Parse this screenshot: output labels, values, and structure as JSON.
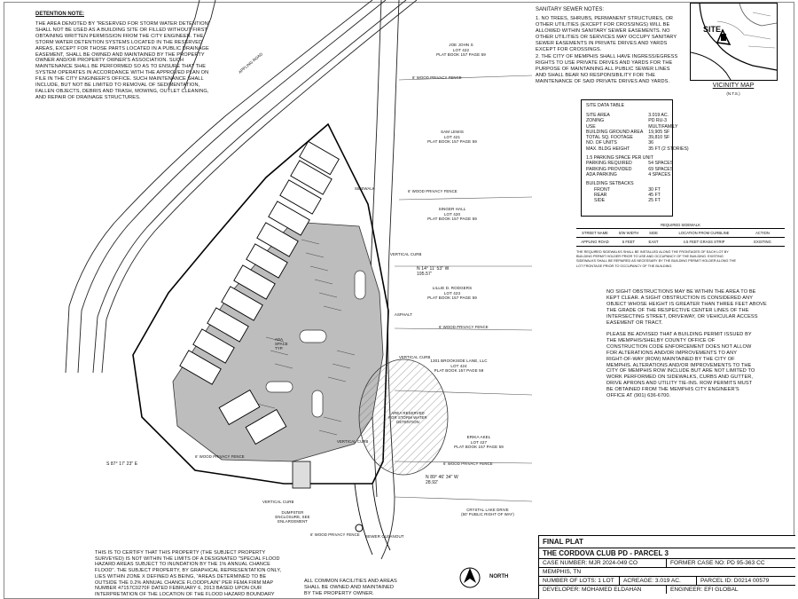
{
  "detention_note": {
    "heading": "DETENTION NOTE:",
    "body": "THE AREA DENOTED BY \"RESERVED FOR STORM WATER DETENTION\"\nSHALL NOT BE USED AS A BUILDING SITE OR FILLED WITHOUT FIRST\nOBTAINING WRITTEN PERMISSION FROM THE CITY ENGINEER. THE\nSTORM WATER DETENTION SYSTEMS LOCATED IN THE RESERVED\nAREAS, EXCEPT FOR THOSE PARTS LOCATED IN A PUBLIC DRAINAGE\nEASEMENT, SHALL BE OWNED AND MAINTAINED BY THE PROPERTY\nOWNER AND/OR PROPERTY OWNER'S ASSOCIATION. SUCH\nMAINTENANCE SHALL BE PERFORMED SO AS TO ENSURE THAT THE\nSYSTEM OPERATES IN ACCORDANCE WITH THE APPROVED PLAN ON\nFILE IN THE CITY ENGINEER'S OFFICE. SUCH MAINTENANCE SHALL\nINCLUDE, BUT NOT BE LIMITED TO REMOVAL OF SEDIMENTATION,\nFALLEN OBJECTS, DEBRIS AND TRASH, MOWING, OUTLET CLEANING,\nAND REPAIR OF DRAINAGE STRUCTURES."
  },
  "sanitary_notes": {
    "heading": "SANITARY SEWER NOTES:",
    "items": [
      "1.   NO TREES, SHRUBS, PERMANENT STRUCTURES, OR\n      OTHER UTILITIES (EXCEPT FOR CROSSINGS) WILL BE\n      ALLOWED WITHIN SANITARY SEWER EASEMENTS. NO\n      OTHER UTILITIES OR SERVICES MAY OCCUPY SANITARY\n      SEWER EASEMENTS IN PRIVATE DRIVES AND YARDS\n      EXCEPT FOR CROSSINGS.",
      "2.   THE CITY OF MEMPHIS SHALL HAVE INGRESS/EGRESS\n      RIGHTS TO USE PRIVATE DRIVES AND YARDS FOR THE\n      PURPOSE OF MAINTAINING ALL PUBLIC SEWER LINES\n      AND SHALL BEAR NO RESPONSIBILITY FOR THE\n      MAINTENANCE OF SAID PRIVATE DRIVES AND YARDS."
    ]
  },
  "vicinity_map": {
    "title": "VICINITY MAP",
    "scale": "(N.T.S.)",
    "site_label": "SITE"
  },
  "site_data": {
    "title": "SITE DATA TABLE",
    "rows": [
      [
        "SITE AREA",
        "3.019 AC."
      ],
      [
        "ZONING",
        "PD RU-3"
      ],
      [
        "USE",
        "MULTIFAMILY"
      ],
      [
        "BUILDING GROUND AREA",
        "19,905 SF"
      ],
      [
        "TOTAL SQ. FOOTAGE",
        "39,810 SF"
      ],
      [
        "NO. OF UNITS",
        "36"
      ],
      [
        "MAX. BLDG HEIGHT",
        "35 FT (2 STORIES)"
      ]
    ],
    "parking_title": "1.5 PARKING SPACE PER UNIT",
    "parking_rows": [
      [
        "PARKING REQUIRED",
        "54 SPACES"
      ],
      [
        "PARKING PROVIDED",
        "69 SPACES"
      ],
      [
        "ADA PARKING",
        "4 SPACES"
      ]
    ],
    "setbacks_title": "BUILDING SETBACKS",
    "setback_rows": [
      [
        "FRONT",
        "30 FT"
      ],
      [
        "REAR",
        "45 FT"
      ],
      [
        "SIDE",
        "25 FT"
      ]
    ]
  },
  "sidewalk_table": {
    "title": "REQUIRED SIDEWALK",
    "headers": [
      "STREET NAME",
      "S/W WIDTH",
      "SIDE",
      "LOCATION FROM CURBLINE",
      "ACTION"
    ],
    "row": [
      "APPLING ROAD",
      "5 FEET",
      "EAST",
      "4.5 FEET GRASS STRIP",
      "EXISTING"
    ],
    "note": "THE REQUIRED SIDEWALKS SHALL BE INSTALLED ALONG THE FRONTAGES OF EACH LOT BY\nBUILDING PERMIT HOLDER PRIOR TO USE AND OCCUPANCY OF THE BUILDING. EXISTING\nSIDEWALKS SHALL BE REPAIRED AS NECESSARY BY THE BUILDING PERMIT HOLDER ALONG THE\nLOT FRONTAGE PRIOR TO OCCUPANCY OF THE BUILDING."
  },
  "sight_note": "NO SIGHT OBSTRUCTIONS MAY BE WITHIN THE AREA TO BE\nKEPT CLEAR. A SIGHT OBSTRUCTION IS CONSIDERED ANY\nOBJECT WHOSE HEIGHT IS GREATER THAN THREE FEET ABOVE\nTHE GRADE OF THE RESPECTIVE CENTER LINES OF THE\nINTERSECTING STREET, DRIVEWAY, OR VEHICULAR ACCESS\nEASEMENT OR TRACT.",
  "permit_note": "PLEASE BE ADVISED THAT A BUILDING PERMIT ISSUED BY\nTHE MEMPHIS/SHELBY COUNTY OFFICE OF\nCONSTRUCTION CODE ENFORCEMENT DOES NOT ALLOW\nFOR ALTERATIONS AND/OR IMPROVEMENTS TO ANY\nRIGHT-OF-WAY (ROW) MAINTAINED BY THE CITY OF\nMEMPHIS. ALTERATIONS AND/OR IMPROVEMENTS TO THE\nCITY OF MEMPHIS ROW INCLUDE BUT ARE NOT LIMITED TO\nWORK PERFORMED ON SIDEWALKS, CURBS AND GUTTER,\nDRIVE APRONS AND UTILITY TIE-INS. ROW PERMITS MUST\nBE OBTAINED FROM THE MEMPHIS CITY ENGINEER'S\nOFFICE AT (901) 636-6700.",
  "flood_note": "THIS IS TO CERTIFY THAT THIS PROPERTY (THE SUBJECT PROPERTY\nSURVEYED) IS NOT WITHIN THE LIMITS OF A DESIGNATED \"SPECIAL FLOOD\nHAZARD AREAS SUBJECT TO INUNDATION BY THE 1% ANNUAL CHANCE\nFLOOD\". THE SUBJECT PROPERTY, BY GRAPHICAL REPRESENTATION ONLY,\nLIES WITHIN ZONE X DEFINED AS BEING, \"AREAS DETERMINED TO BE\nOUTSIDE THE 0.2% ANNUAL CHANCE FLOODPLAIN\" PER FEMA FIRM MAP\nNUMBER 47157C0270F DATED FEBRUARY 6, 2013 BASED UPON OUR\nINTERPRETATION OF THE LOCATION OF THE FLOOD HAZARD BOUNDARY",
  "common_note": "ALL COMMON FACILITIES AND AREAS\nSHALL BE OWNED AND MAINTAINED\nBY THE PROPERTY OWNER.",
  "north_label": "NORTH",
  "title_block": {
    "plat_type": "FINAL PLAT",
    "project": "THE CORDOVA CLUB PD - PARCEL 3",
    "case_number": "CASE NUMBER: MJR 2024-049 CO",
    "former_case": "FORMER CASE NO: PD 95-363 CC",
    "city": "MEMPHIS, TN",
    "lots": "NUMBER OF LOTS: 1 LOT",
    "acreage": "ACREAGE: 3.019 AC.",
    "parcel": "PARCEL ID: D0214 00579",
    "developer": "DEVELOPER: MOHAMED ELDAHAN",
    "engineer": "ENGINEER: EFI GLOBAL"
  },
  "plan_labels": {
    "road": "APPLING ROAD",
    "lots": [
      "JOE JOHN S\nLOT 422\nPLAT BOOK 157 PAGE 59",
      "SAM LEWIS\nLOT 421\nPLAT BOOK 157 PAGE 59",
      "SINGER HALL\nLOT 420\nPLAT BOOK 157 PAGE 59",
      "LILLIE D. RODGERS\nLOT 423\nPLAT BOOK 157 PAGE 59",
      "1301 BROOKSIDE LANE, LLC\nLOT 424\nPLAT BOOK 157 PAGE 59",
      "ERIKA AKEL\nLOT 427\nPLAT BOOK 157 PAGE 59"
    ],
    "fence": "6' WOOD PRIVACY FENCE",
    "vertical_curb": "VERTICAL CURB",
    "asphalt": "ASPHALT",
    "sidewalk": "SIDEWALK",
    "detention": "AREA RESERVED\nFOR STORM WATER\nDETENTION",
    "dumpster": "DUMPSTER\nENCLOSURE, SEE\nENLARGEMENT",
    "ada": "ADA\nSPACE\nTYP.",
    "bearing1": "N 14° 11' 53\" W\n195.57'",
    "bearing2": "N 89° 46' 34\" W\n28.92'",
    "bearing3": "S 87° 17' 23\" E",
    "sewer": "SEWER CLEANOUT",
    "crystal": "CRYSTAL LAKE DRIVE\n(50' PUBLIC RIGHT OF WAY)"
  }
}
